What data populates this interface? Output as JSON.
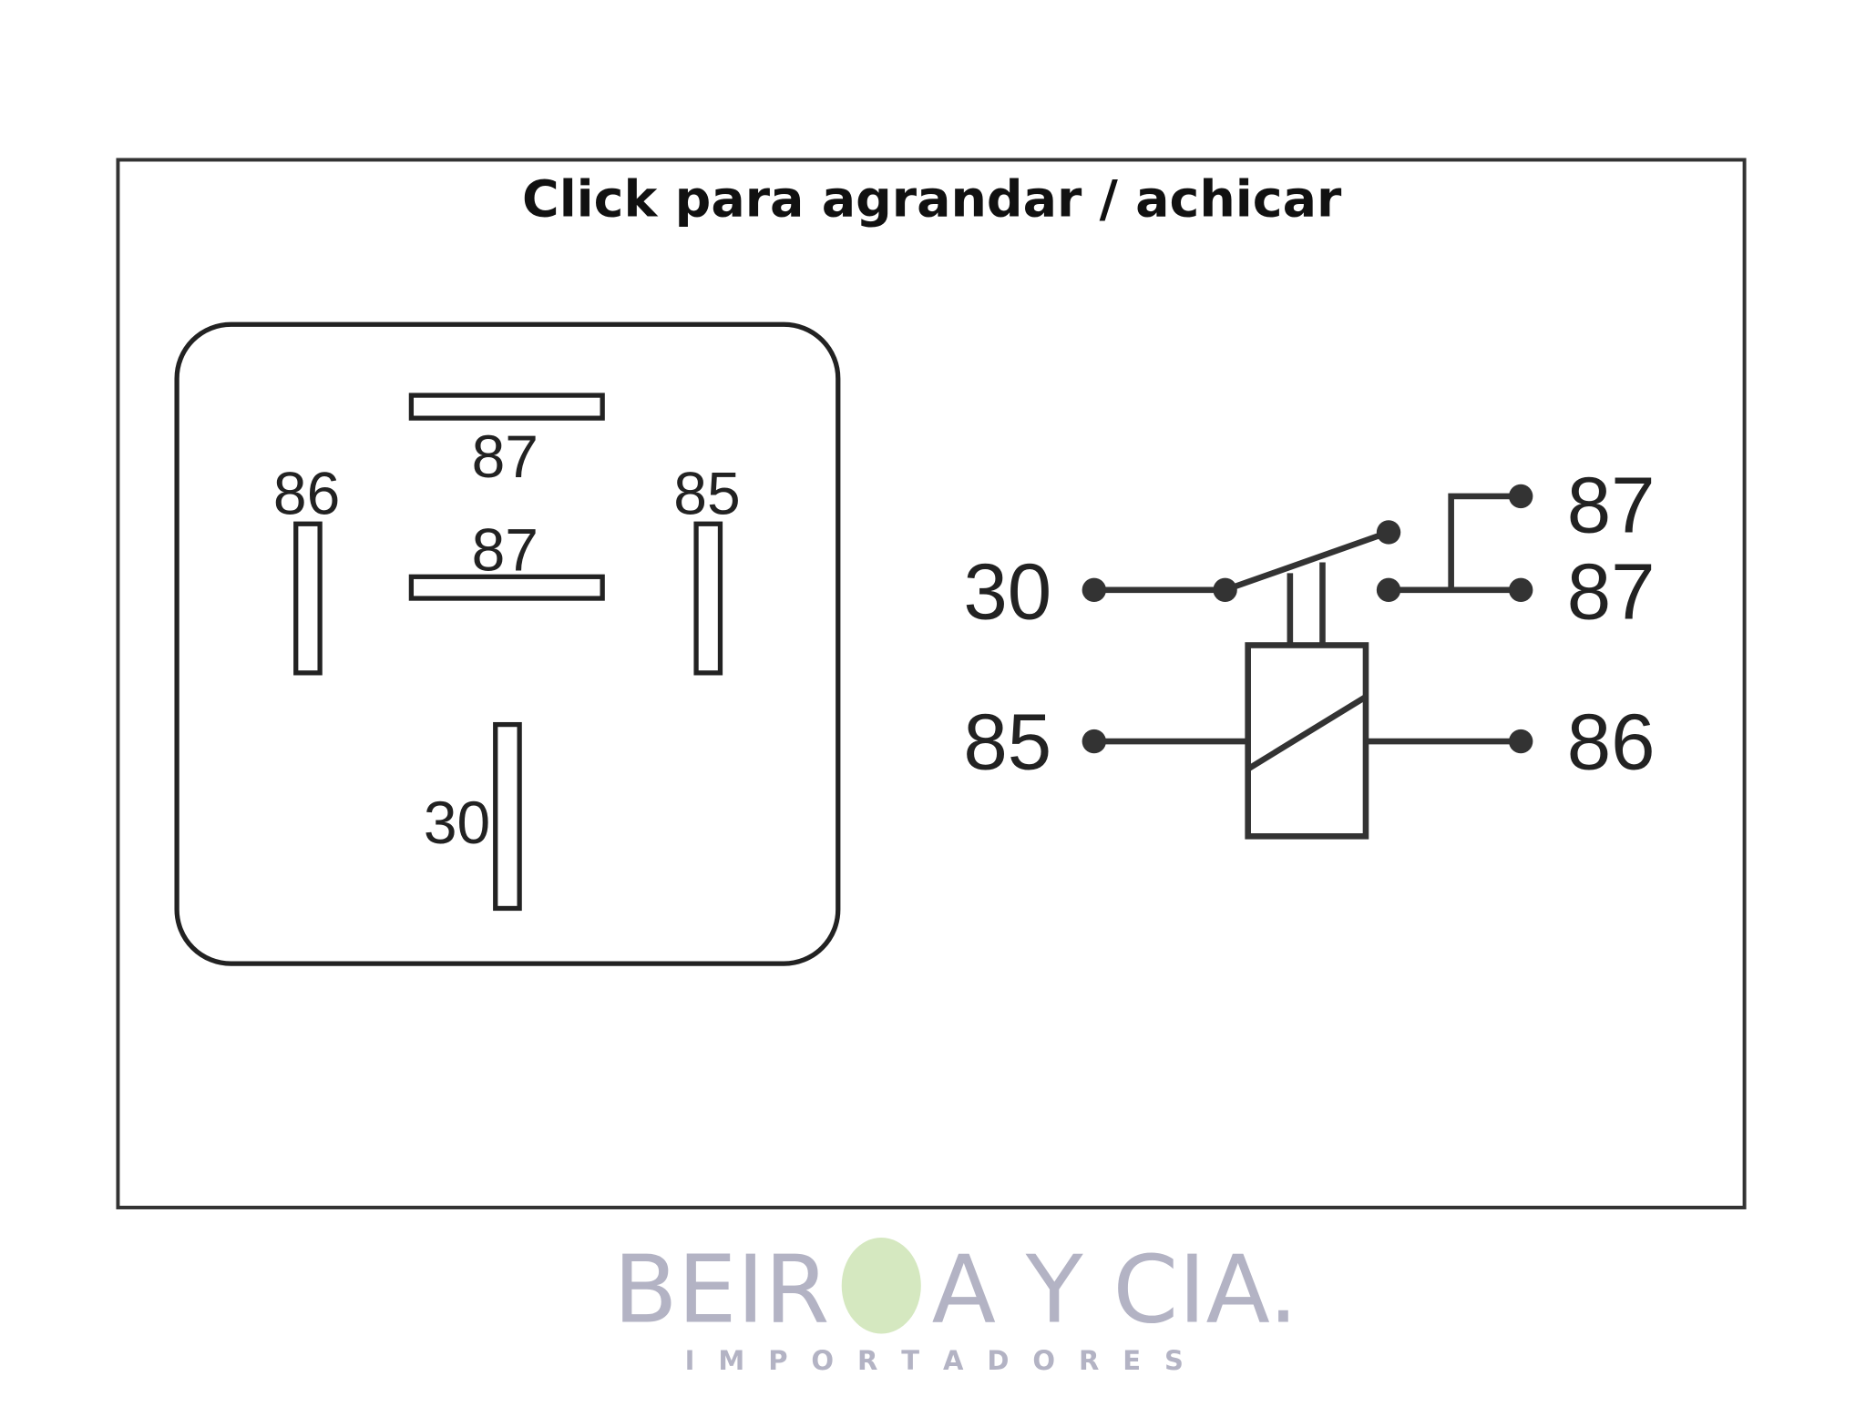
{
  "title": "Click para agrandar / achicar",
  "pinout": {
    "pin_87_top": "87",
    "pin_87_bottom": "87",
    "pin_86": "86",
    "pin_85": "85",
    "pin_30": "30"
  },
  "schematic": {
    "terminal_30": "30",
    "terminal_87_no": "87",
    "terminal_87_b": "87",
    "terminal_85": "85",
    "terminal_86": "86"
  },
  "watermark": {
    "brand_left": "BEIR",
    "brand_right": "A Y CIA.",
    "subtitle": "I M P O R T A D O R E S",
    "circle_color": "#d5e8c0",
    "text_color": "#b3b3c4"
  }
}
